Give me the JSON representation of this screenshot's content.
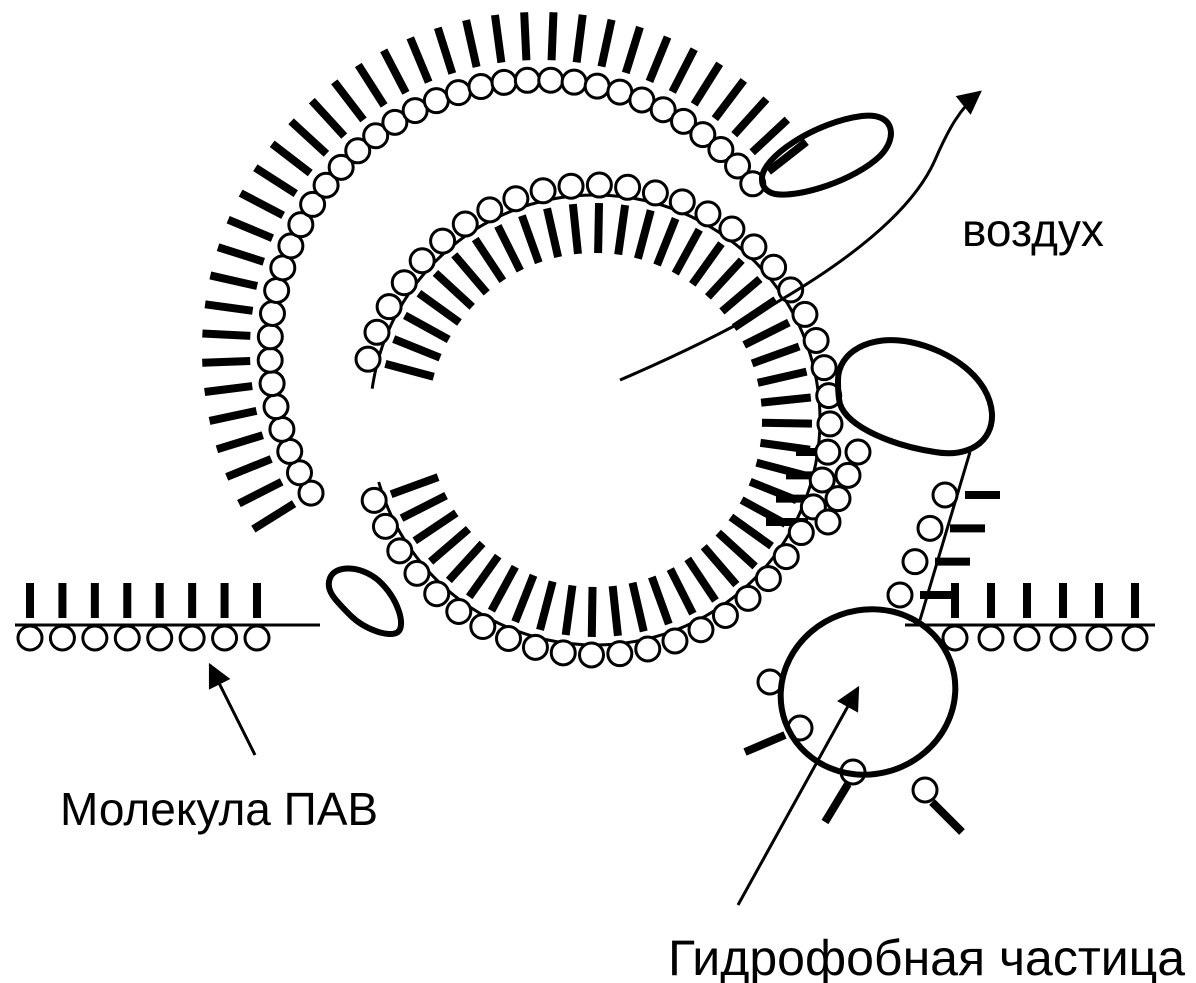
{
  "labels": {
    "air": "воздух",
    "surfactant": "Молекула ПАВ",
    "particle": "Гидрофобная частица"
  },
  "colors": {
    "ink": "#000000",
    "background": "#ffffff"
  }
}
